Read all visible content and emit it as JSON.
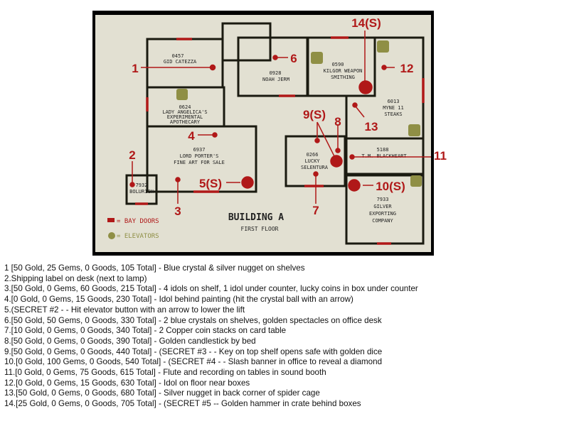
{
  "map": {
    "title": "BUILDING A",
    "subtitle": "FIRST FLOOR",
    "legend": [
      {
        "label": "= BAY DOORS",
        "color": "#b01818"
      },
      {
        "label": "= ELEVATORS",
        "color": "#8a8a3a"
      }
    ],
    "rooms": [
      {
        "id": "0457",
        "name": "GID CATEZZA"
      },
      {
        "id": "0928",
        "name": "NOAH JERM"
      },
      {
        "id": "0590",
        "name": "KILGOR WEAPON",
        "name2": "SMITHING"
      },
      {
        "id": "0624",
        "name": "LADY ANGELICA'S",
        "name2": "EXPERIMENTAL",
        "name3": "APOTHECARY"
      },
      {
        "id": "6013",
        "name": "MYNE 11",
        "name2": "STEAKS"
      },
      {
        "id": "6937",
        "name": "LORD PORTER'S",
        "name2": "FINE ART FOR SALE"
      },
      {
        "id": "0266",
        "name": "LUCKY",
        "name2": "SELENTURA"
      },
      {
        "id": "5188",
        "name": "T.M. BLACKHEART"
      },
      {
        "id": "7932",
        "name": "BOLURICH"
      },
      {
        "id": "7933",
        "name": "GILVER",
        "name2": "EXPORTING",
        "name3": "COMPANY"
      }
    ],
    "markers": [
      "1",
      "2",
      "3",
      "4",
      "5(S)",
      "6",
      "7",
      "8",
      "9(S)",
      "10(S)",
      "11",
      "12",
      "13",
      "14(S)"
    ]
  },
  "notes": [
    "1    [50 Gold, 25 Gems, 0 Goods, 105 Total] - Blue crystal & silver nugget on shelves",
    "2.Shipping label on desk (next to lamp)",
    "3.[50 Gold, 0 Gems, 60 Goods, 215 Total] - 4 idols on shelf, 1 idol under counter, lucky coins in box under counter",
    "4.[0 Gold, 0 Gems, 15 Goods, 230 Total] - Idol behind painting (hit the crystal ball with an arrow)",
    "5.(SECRET #2 - - Hit elevator button with an arrow to lower the lift",
    "6.[50 Gold, 50 Gems, 0 Goods, 330 Total] - 2 blue crystals on shelves, golden spectacles on office desk",
    "7.[10 Gold, 0 Gems, 0 Goods, 340 Total] - 2 Copper coin stacks on card table",
    "8.[50 Gold, 0 Gems, 0 Goods, 390 Total] - Golden candlestick by bed",
    "9.[50 Gold, 0 Gems, 0 Goods, 440 Total] - (SECRET #3 - - Key on top shelf opens safe with golden dice",
    "10.[0 Gold, 100 Gems, 0 Goods, 540 Total] - (SECRET #4 - - Slash banner in office to reveal a diamond",
    "11.[0 Gold, 0 Gems, 75 Goods, 615 Total] - Flute and recording on tables in sound booth",
    "12.[0 Gold, 0 Gems, 15 Goods, 630 Total] - Idol on floor near boxes",
    "13.[50 Gold, 0 Gems, 0 Goods, 680 Total] - Silver nugget in back corner of spider cage",
    "14.[25 Gold, 0 Gems, 0 Goods, 705 Total] - (SECRET #5 -- Golden hammer in crate behind boxes"
  ]
}
